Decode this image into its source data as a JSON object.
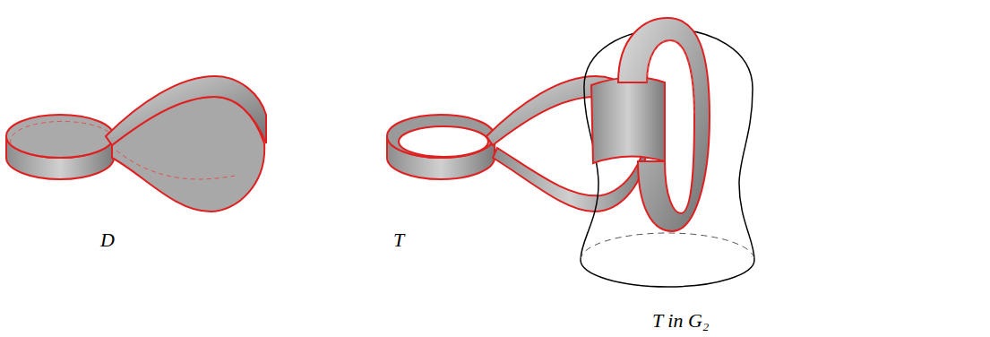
{
  "diagram": {
    "labels": [
      "D",
      "T",
      "T in G₂"
    ]
  }
}
